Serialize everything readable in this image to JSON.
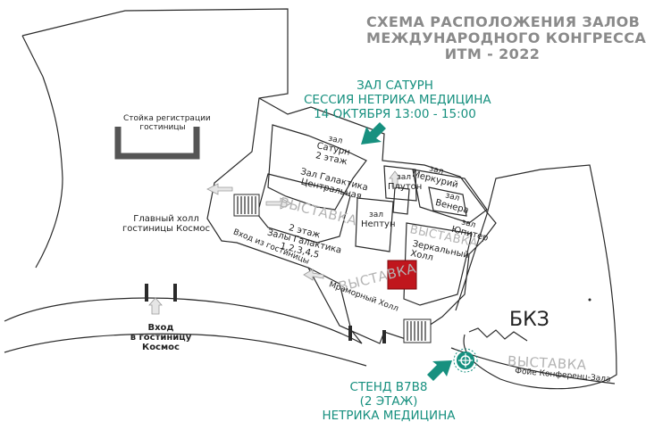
{
  "header": {
    "title_line1": "СХЕМА РАСПОЛОЖЕНИЯ ЗАЛОВ",
    "title_line2": "МЕЖДУНАРОДНОГО КОНГРЕССА",
    "title_line3": "ИТМ - 2022"
  },
  "session_callout": {
    "line1": "ЗАЛ САТУРН",
    "line2": "СЕССИЯ НЕТРИКА МЕДИЦИНА",
    "line3": "14 ОКТЯБРЯ  13:00 - 15:00"
  },
  "stand_callout": {
    "line1": "СТЕНД В7В8",
    "line2": "(2 ЭТАЖ)",
    "line3": "НЕТРИКА МЕДИЦИНА"
  },
  "halls": {
    "saturn_l1": "зал",
    "saturn_l2": "Сатурн",
    "saturn_l3": "2 этаж",
    "galaktika_central_l1": "Зал Галактика",
    "galaktika_central_l2": "Центральная",
    "galaktika_halls_l1": "2 этаж",
    "galaktika_halls_l2": "Залы Галактика",
    "galaktika_halls_l3": "1,2,3,4,5",
    "neptun_l1": "зал",
    "neptun_l2": "Нептун",
    "pluton_l1": "зал",
    "pluton_l2": "Плутон",
    "merkury_l1": "зал",
    "merkury_l2": "Меркурий",
    "venera_l1": "зал",
    "venera_l2": "Венера",
    "jupiter_l1": "зал",
    "jupiter_l2": "Юпитер",
    "mirror_hall_l1": "Зеркальный",
    "mirror_hall_l2": "Холл",
    "marble_hall": "Мраморный Холл",
    "foyer": "Фойе Конференц-Зала",
    "bkz": "БКЗ",
    "main_hall_l1": "Главный холл",
    "main_hall_l2": "гостиницы Космос",
    "reception_l1": "Стойка регистрации",
    "reception_l2": "гостиницы",
    "hotel_entry": "Вход из гостиницы",
    "main_entrance_l1": "Вход",
    "main_entrance_l2": "в гостиницу",
    "main_entrance_l3": "Космос"
  },
  "exhibition_label": "ВЫСТАВКА",
  "colors": {
    "accent_teal": "#17907f",
    "stand_red": "#c0161d",
    "title_grey": "#8a8a8a",
    "expo_grey": "#b3b3b3",
    "wall": "#2a2a2a"
  },
  "icons": {
    "session_arrow": "arrow-down-left-icon",
    "stand_arrow": "arrow-up-right-icon",
    "stand_marker": "crosshair-target-icon",
    "stairs": "escalator-icon",
    "entry_arrow": "arrow-up-icon"
  }
}
